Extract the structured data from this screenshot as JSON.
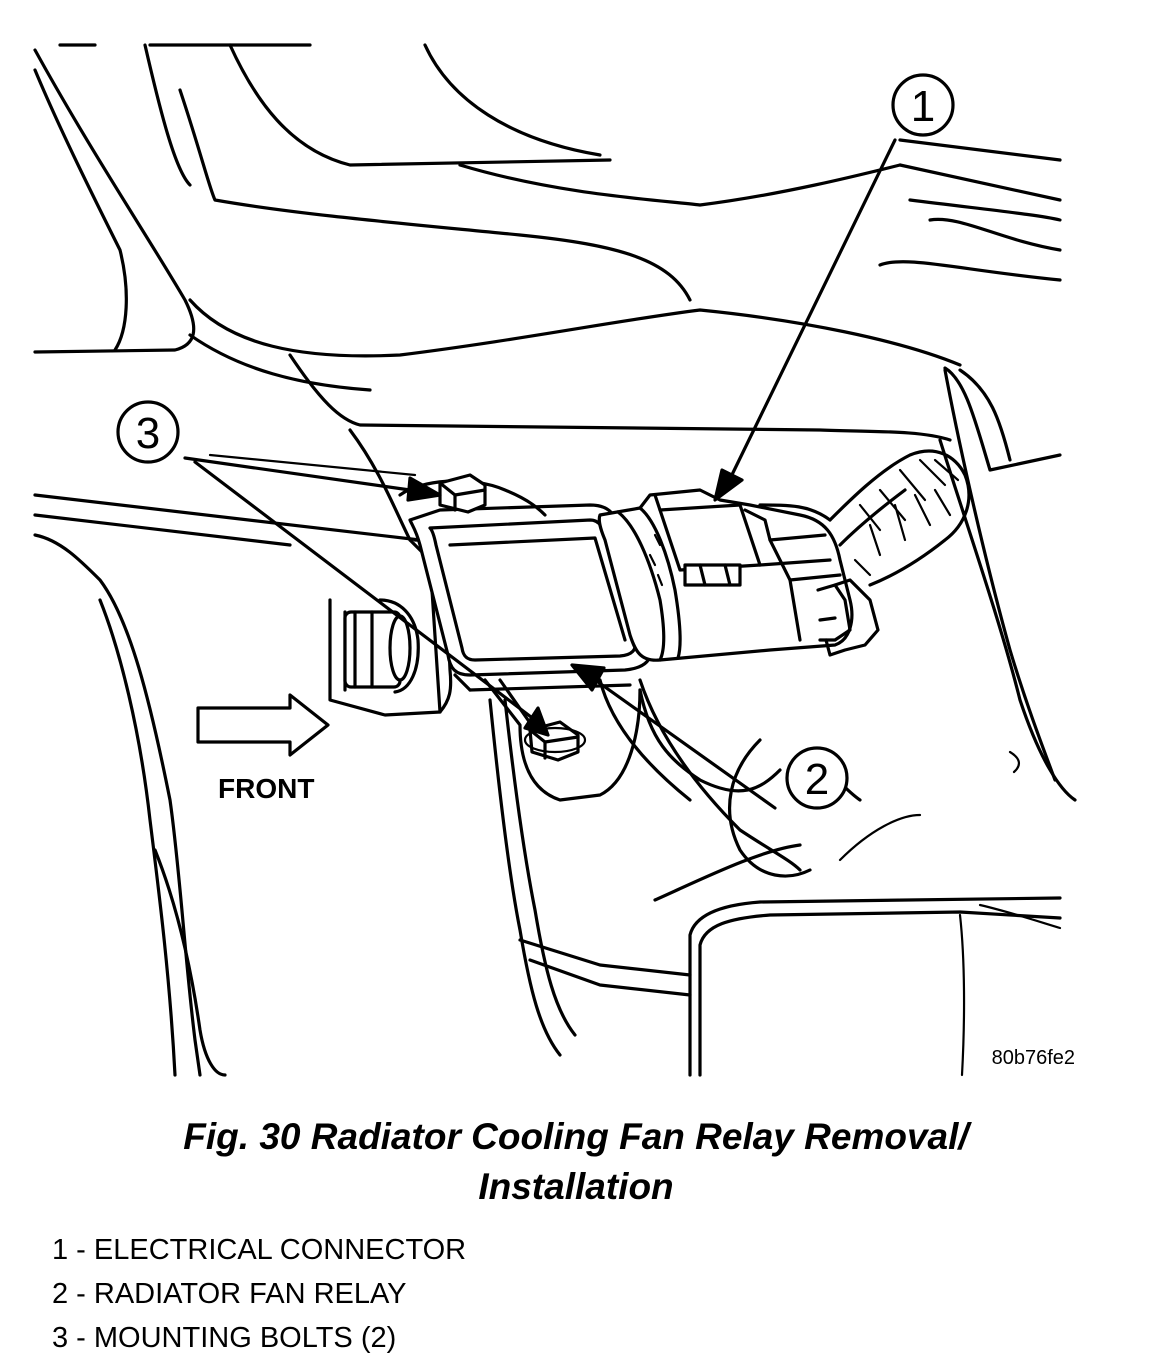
{
  "figure": {
    "callouts": [
      {
        "number": "1",
        "target": "electrical-connector"
      },
      {
        "number": "2",
        "target": "radiator-fan-relay"
      },
      {
        "number": "3",
        "target": "mounting-bolts"
      }
    ],
    "front_label": "FRONT",
    "image_code": "80b76fe2"
  },
  "caption": {
    "line1": "Fig. 30 Radiator Cooling Fan Relay Removal/",
    "line2": "Installation"
  },
  "legend": [
    {
      "text": "1 - ELECTRICAL CONNECTOR"
    },
    {
      "text": "2 - RADIATOR FAN RELAY"
    },
    {
      "text": "3 - MOUNTING BOLTS (2)"
    }
  ]
}
